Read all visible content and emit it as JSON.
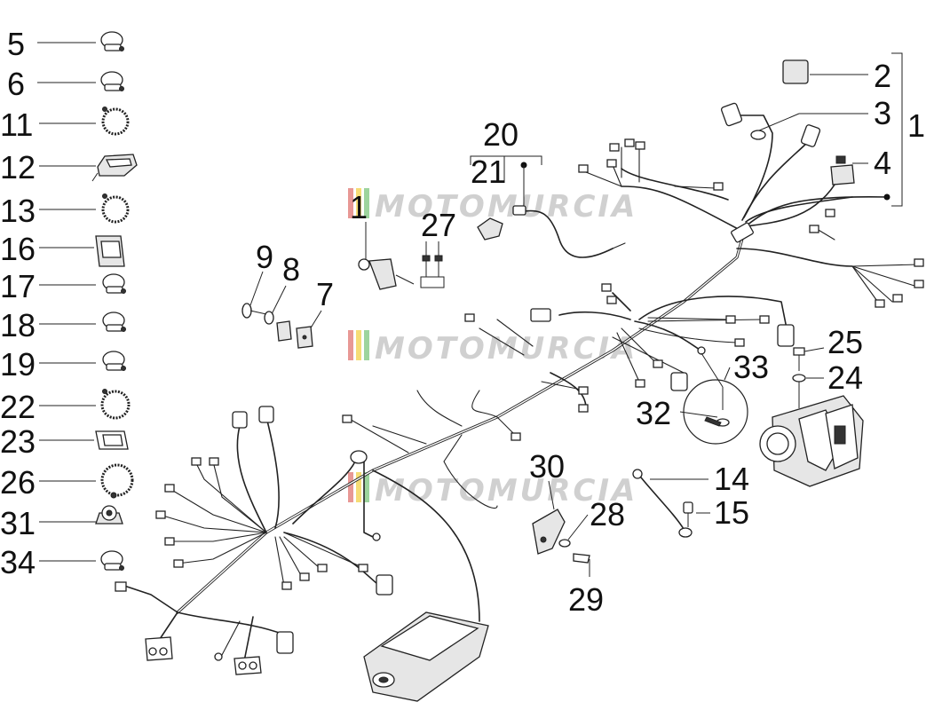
{
  "diagram": {
    "watermark": "MOTOMURCIA",
    "left_column_labels": [
      "5",
      "6",
      "11",
      "12",
      "13",
      "16",
      "17",
      "18",
      "19",
      "22",
      "23",
      "26",
      "31",
      "34"
    ],
    "main_labels": {
      "group_1": "1",
      "part_2": "2",
      "part_3": "3",
      "part_4": "4",
      "group_20": "20",
      "part_21": "21",
      "part_27": "27",
      "part_10": "1",
      "part_9": "9",
      "part_8": "8",
      "part_7": "7",
      "part_25": "25",
      "part_24": "24",
      "part_33": "33",
      "part_32": "32",
      "part_14": "14",
      "part_15": "15",
      "part_30": "30",
      "part_28": "28",
      "part_29": "29"
    },
    "colors": {
      "line": "#222222",
      "watermark_red": "#d9534f",
      "watermark_yellow": "#f0c419",
      "watermark_green": "#5cb85c",
      "watermark_text": "#d0d0d0"
    }
  }
}
